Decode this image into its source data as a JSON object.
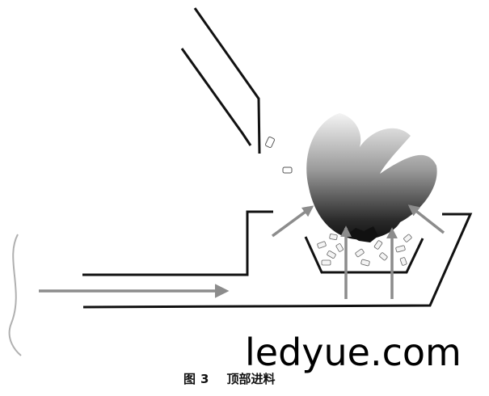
{
  "figure": {
    "caption_label": "图",
    "caption_number": "3",
    "caption_title": "顶部进料"
  },
  "watermark": "ledyue.com",
  "colors": {
    "outline": "#111111",
    "arrow": "#8c8c8c",
    "flame_dark": "#1a1a1a",
    "flame_light": "#e0e0e0"
  }
}
